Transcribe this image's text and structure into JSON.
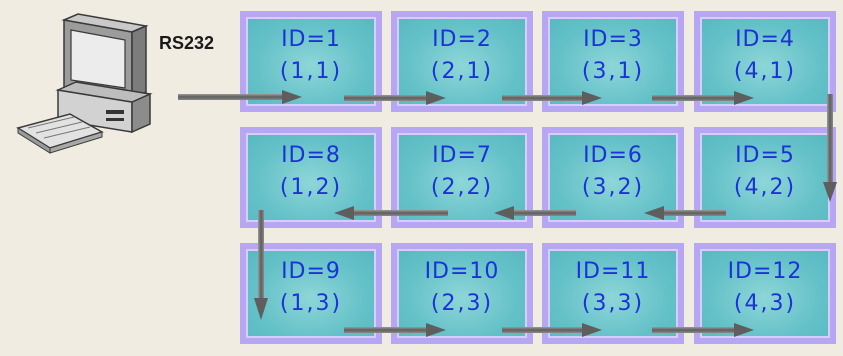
{
  "connection_label": "RS232",
  "panels": [
    {
      "id": "ID=1",
      "coord": "(1,1)"
    },
    {
      "id": "ID=2",
      "coord": "(2,1)"
    },
    {
      "id": "ID=3",
      "coord": "(3,1)"
    },
    {
      "id": "ID=4",
      "coord": "(4,1)"
    },
    {
      "id": "ID=8",
      "coord": "(1,2)"
    },
    {
      "id": "ID=7",
      "coord": "(2,2)"
    },
    {
      "id": "ID=6",
      "coord": "(3,2)"
    },
    {
      "id": "ID=5",
      "coord": "(4,2)"
    },
    {
      "id": "ID=9",
      "coord": "(1,3)"
    },
    {
      "id": "ID=10",
      "coord": "(2,3)"
    },
    {
      "id": "ID=11",
      "coord": "(3,3)"
    },
    {
      "id": "ID=12",
      "coord": "(4,3)"
    }
  ],
  "colors": {
    "panel_border": "#b7a6f4",
    "panel_fill": "#64c1c8",
    "label_text": "#1b33d6",
    "arrow": "#6e6e6e",
    "background": "#f0ece1"
  },
  "icons": [
    "computer-icon",
    "arrow-right-icon",
    "arrow-left-icon",
    "arrow-down-icon"
  ]
}
